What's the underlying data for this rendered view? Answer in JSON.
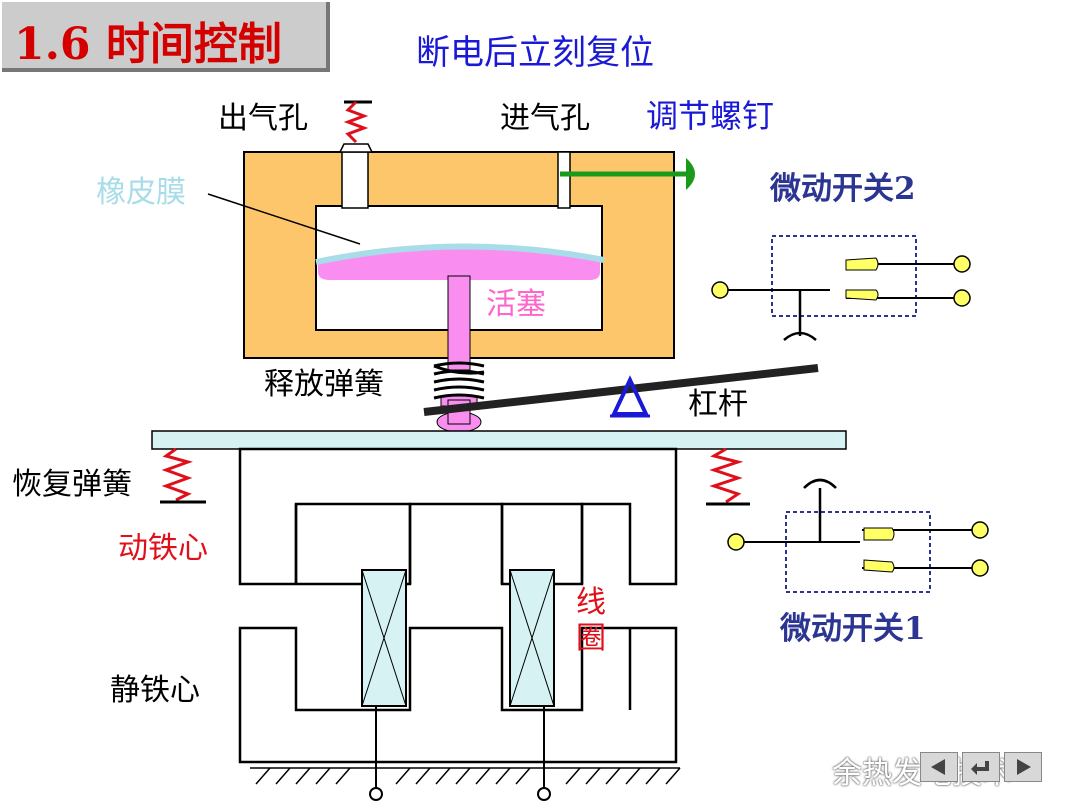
{
  "title": "1.6  时间控制",
  "subtitle": "断电后立刻复位",
  "labels": {
    "air_outlet": "出气孔",
    "air_inlet": "进气孔",
    "adjust_screw": "调节螺钉",
    "rubber_membrane": "橡皮膜",
    "piston": "活塞",
    "release_spring": "释放弹簧",
    "lever": "杠杆",
    "reset_spring": "恢复弹簧",
    "moving_core": "动铁心",
    "coil_1": "线",
    "coil_2": "圈",
    "static_core": "静铁心",
    "micro_switch_2": "微动开关2",
    "micro_switch_1": "微动开关1"
  },
  "watermark": "余热发电技术",
  "colors": {
    "title_red": "#d40000",
    "subtitle_blue": "#1a1ad6",
    "chamber_orange": "#fdc66a",
    "piston_pink": "#f98ef0",
    "membrane_blue": "#a8dce8",
    "coil_fill": "#d6f2f2",
    "screw_green": "#1a9a1a",
    "switch_yellow": "#ffff66",
    "switch_box": "#2c3591"
  }
}
